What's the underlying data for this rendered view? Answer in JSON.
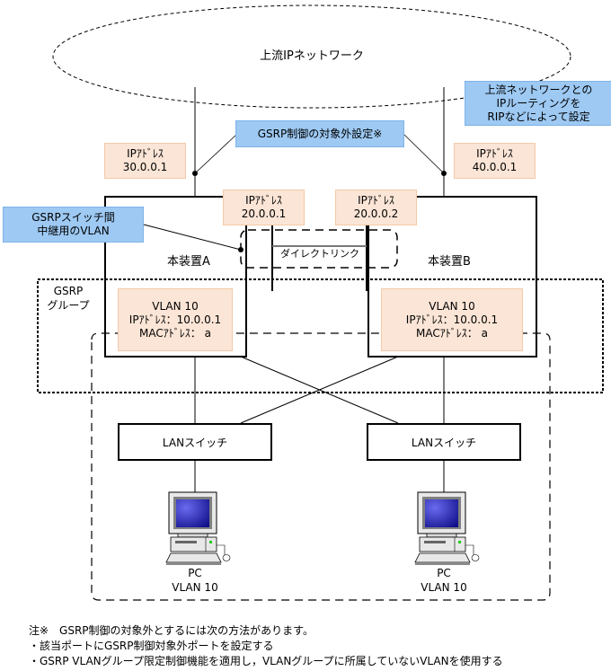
{
  "upstream_network": {
    "label": "上流IPネットワーク"
  },
  "callouts": {
    "routing": [
      "上流ネットワークとの",
      "IPルーティングを",
      "RIPなどによって設定"
    ],
    "gsrp_exclude": "GSRP制御の対象外設定※",
    "relay_vlan": [
      "GSRPスイッチ間",
      "中継用のVLAN"
    ]
  },
  "ip_boxes": {
    "upstream_a": [
      "IPｱﾄﾞﾚｽ",
      "30.0.0.1"
    ],
    "upstream_b": [
      "IPｱﾄﾞﾚｽ",
      "40.0.0.1"
    ],
    "direct_a": [
      "IPｱﾄﾞﾚｽ",
      "20.0.0.1"
    ],
    "direct_b": [
      "IPｱﾄﾞﾚｽ",
      "20.0.0.2"
    ]
  },
  "devices": {
    "a": {
      "name": "本装置A",
      "vlan": "VLAN 10",
      "ip": "IPｱﾄﾞﾚｽ：10.0.0.1",
      "mac": "MACｱﾄﾞﾚｽ：  a"
    },
    "b": {
      "name": "本装置B",
      "vlan": "VLAN 10",
      "ip": "IPｱﾄﾞﾚｽ：10.0.0.1",
      "mac": "MACｱﾄﾞﾚｽ：  a"
    }
  },
  "direct_link": {
    "label": "ダイレクトリンク"
  },
  "gsrp_group": {
    "label": [
      "GSRP",
      "グループ"
    ]
  },
  "lan_switches": [
    {
      "label": "LANスイッチ"
    },
    {
      "label": "LANスイッチ"
    }
  ],
  "pcs": [
    {
      "name": "PC",
      "vlan": "VLAN 10"
    },
    {
      "name": "PC",
      "vlan": "VLAN 10"
    }
  ],
  "notes": [
    "注※　GSRP制御の対象外とするには次の方法があります。",
    "・該当ポートにGSRP制御対象外ポートを設定する",
    "・GSRP VLANグループ限定制御機能を適用し，VLANグループに所属していないVLANを使用する"
  ],
  "colors": {
    "tan_fill": "#fbe5d6",
    "blue_fill": "#9dc9f3",
    "screen": "#3a3ad0"
  }
}
